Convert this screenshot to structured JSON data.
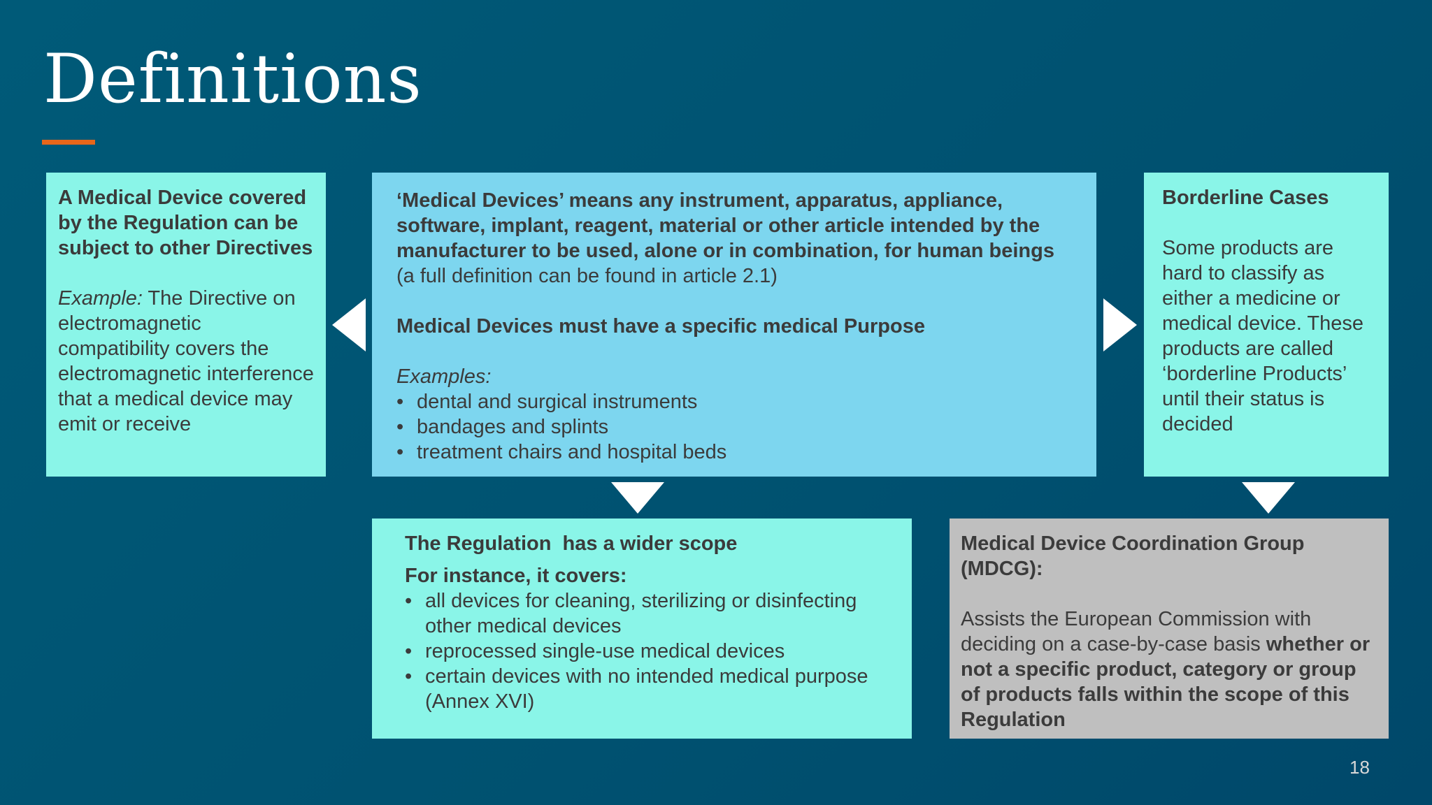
{
  "slide": {
    "title": "Definitions",
    "page_number": "18"
  },
  "colors": {
    "background": "#005a78",
    "accent_line": "#e8661a",
    "box_turquoise": "#8af5e8",
    "box_blue": "#7dd6ef",
    "box_gray": "#bfbfbf",
    "text": "#3b3b3b",
    "arrows": "#ffffff"
  },
  "left_box": {
    "heading": "A Medical Device covered by the Regulation can be subject to other Directives",
    "example_label": "Example:",
    "example_text": " The Directive on electromagnetic compatibility covers the electromagnetic interference that a medical device may emit or receive"
  },
  "center_box": {
    "definition_bold": "‘Medical Devices’ means any instrument, apparatus, appliance, software, implant, reagent, material or other article intended by the manufacturer to be used, alone or in combination, for human beings",
    "definition_note": "(a full definition can be found in article 2.1)",
    "purpose": "Medical Devices must have a specific medical Purpose",
    "examples_label": "Examples:",
    "examples": [
      "dental and surgical instruments",
      "bandages and splints",
      "treatment chairs and hospital beds"
    ]
  },
  "right_box": {
    "heading": "Borderline Cases",
    "text": "Some products are hard to classify as either a medicine or medical device. These products are called ‘borderline Products’ until their status is decided"
  },
  "scope_box": {
    "heading": "The Regulation  has a wider scope",
    "subheading": "For instance, it covers:",
    "items": [
      "all devices for cleaning, sterilizing or disinfecting other medical devices",
      "reprocessed single-use medical devices",
      "certain devices with no intended medical purpose (Annex XVI)"
    ]
  },
  "mdcg_box": {
    "heading": "Medical Device Coordination Group (MDCG):",
    "text_plain": "Assists the European Commission with deciding on a case-by-case basis ",
    "text_bold": "whether or not a specific product, category or group of products falls within the scope of this Regulation"
  }
}
